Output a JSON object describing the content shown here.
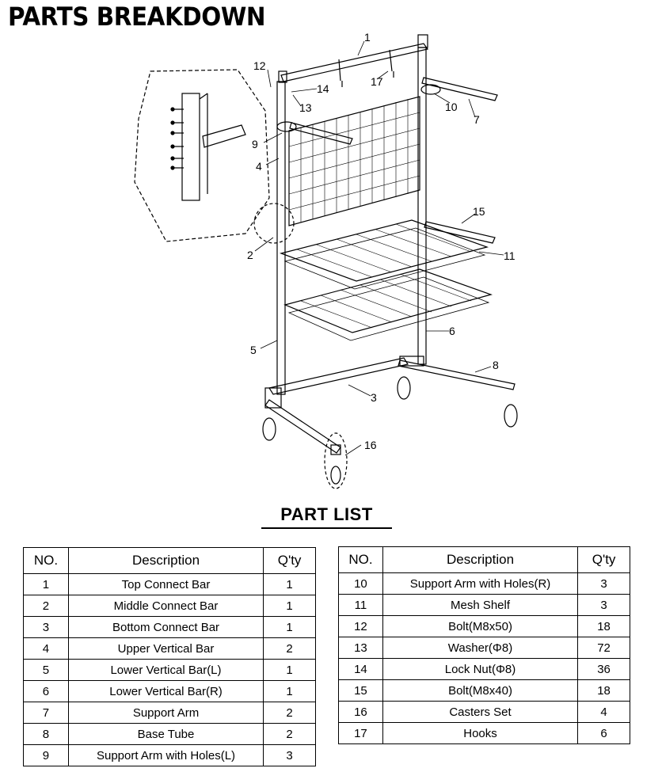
{
  "title": "PARTS BREAKDOWN",
  "callouts": [
    "1",
    "2",
    "3",
    "4",
    "5",
    "6",
    "7",
    "8",
    "9",
    "10",
    "11",
    "12",
    "13",
    "14",
    "15",
    "16",
    "17"
  ],
  "part_list_heading": "PART LIST",
  "headers": {
    "no": "NO.",
    "description": "Description",
    "qty": "Q'ty"
  },
  "left_table": [
    {
      "no": "1",
      "description": "Top Connect Bar",
      "qty": "1"
    },
    {
      "no": "2",
      "description": "Middle Connect Bar",
      "qty": "1"
    },
    {
      "no": "3",
      "description": "Bottom Connect Bar",
      "qty": "1"
    },
    {
      "no": "4",
      "description": "Upper Vertical Bar",
      "qty": "2"
    },
    {
      "no": "5",
      "description": "Lower Vertical Bar(L)",
      "qty": "1"
    },
    {
      "no": "6",
      "description": "Lower Vertical Bar(R)",
      "qty": "1"
    },
    {
      "no": "7",
      "description": "Support Arm",
      "qty": "2"
    },
    {
      "no": "8",
      "description": "Base Tube",
      "qty": "2"
    },
    {
      "no": "9",
      "description": "Support Arm with Holes(L)",
      "qty": "3"
    }
  ],
  "right_table": [
    {
      "no": "10",
      "description": "Support Arm with Holes(R)",
      "qty": "3"
    },
    {
      "no": "11",
      "description": "Mesh Shelf",
      "qty": "3"
    },
    {
      "no": "12",
      "description": "Bolt(M8x50)",
      "qty": "18"
    },
    {
      "no": "13",
      "description": "Washer(Φ8)",
      "qty": "72"
    },
    {
      "no": "14",
      "description": "Lock Nut(Φ8)",
      "qty": "36"
    },
    {
      "no": "15",
      "description": "Bolt(M8x40)",
      "qty": "18"
    },
    {
      "no": "16",
      "description": "Casters Set",
      "qty": "4"
    },
    {
      "no": "17",
      "description": "Hooks",
      "qty": "6"
    }
  ]
}
